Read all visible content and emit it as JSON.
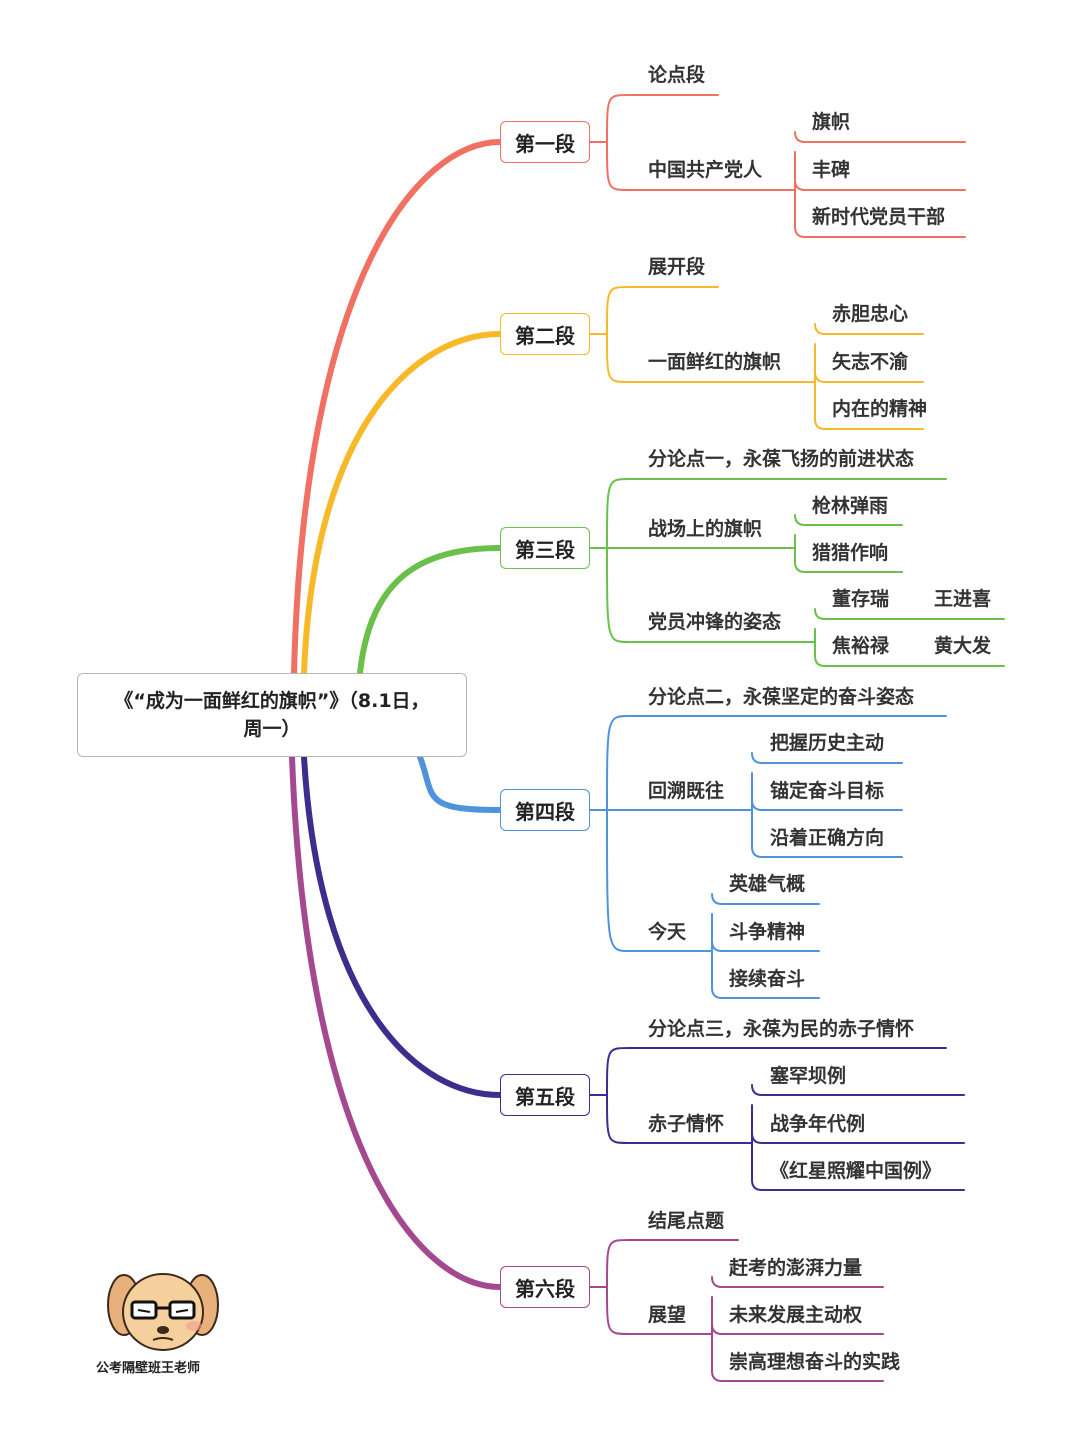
{
  "root": {
    "line1": "《“成为一面鲜红的旗帜”》（8.1日，",
    "line2": "周一）"
  },
  "sections": [
    {
      "label": "第一段",
      "color": "#f07062",
      "children": [
        {
          "label": "论点段"
        },
        {
          "label": "中国共产党人",
          "children": [
            "旗帜",
            "丰碑",
            "新时代党员干部"
          ]
        }
      ]
    },
    {
      "label": "第二段",
      "color": "#f7b928",
      "children": [
        {
          "label": "展开段"
        },
        {
          "label": "一面鲜红的旗帜",
          "children": [
            "赤胆忠心",
            "矢志不渝",
            "内在的精神"
          ]
        }
      ]
    },
    {
      "label": "第三段",
      "color": "#6bc04b",
      "children": [
        {
          "label": "分论点一，永葆飞扬的前进状态"
        },
        {
          "label": "战场上的旗帜",
          "children": [
            "枪林弹雨",
            "猎猎作响"
          ]
        },
        {
          "label": "党员冲锋的姿态",
          "children": [
            "董存瑞",
            "焦裕禄",
            "王进喜",
            "黄大发"
          ]
        }
      ]
    },
    {
      "label": "第四段",
      "color": "#4f93dc",
      "children": [
        {
          "label": "分论点二，永葆坚定的奋斗姿态"
        },
        {
          "label": "回溯既往",
          "children": [
            "把握历史主动",
            "锚定奋斗目标",
            "沿着正确方向"
          ]
        },
        {
          "label": "今天",
          "children": [
            "英雄气概",
            "斗争精神",
            "接续奋斗"
          ]
        }
      ]
    },
    {
      "label": "第五段",
      "color": "#3c2e8c",
      "children": [
        {
          "label": "分论点三，永葆为民的赤子情怀"
        },
        {
          "label": "赤子情怀",
          "children": [
            "塞罕坝例",
            "战争年代例",
            "《红星照耀中国例》"
          ]
        }
      ]
    },
    {
      "label": "第六段",
      "color": "#a4498f",
      "children": [
        {
          "label": "结尾点题"
        },
        {
          "label": "展望",
          "children": [
            "赶考的澎湃力量",
            "未来发展主动权",
            "崇高理想奋斗的实践"
          ]
        }
      ]
    }
  ],
  "watermark": {
    "text": "公考隔壁班王老师",
    "icon": "dog-with-glasses-avatar"
  }
}
